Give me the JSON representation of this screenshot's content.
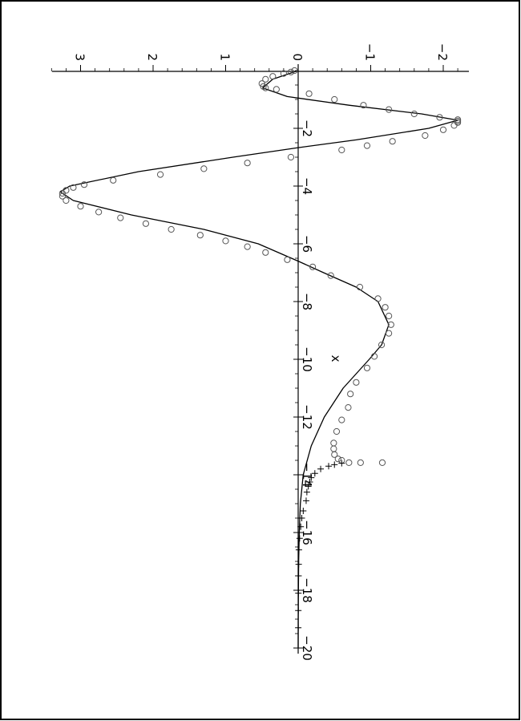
{
  "chart_data": {
    "type": "line",
    "orientation": "rotated 90 degrees clockwise",
    "title": "",
    "xlabel": "x",
    "ylabel": "",
    "xlim": [
      -20,
      0
    ],
    "ylim": [
      -2.3,
      3.4
    ],
    "grid": false,
    "x_ticks": [
      "-2",
      "-4",
      "-6",
      "-8",
      "-10",
      "-12",
      "-14",
      "-16",
      "-18",
      "-20"
    ],
    "x_tick_values": [
      -2,
      -4,
      -6,
      -8,
      -10,
      -12,
      -14,
      -16,
      -18,
      -20
    ],
    "y_ticks": [
      "3",
      "2",
      "1",
      "0",
      "-1",
      "-2"
    ],
    "y_tick_values": [
      3,
      2,
      1,
      0,
      -1,
      -2
    ],
    "series": [
      {
        "style": "solid line",
        "x": [
          0,
          -0.3,
          -0.6,
          -0.9,
          -1.2,
          -1.5,
          -1.72,
          -2.0,
          -2.4,
          -2.67,
          -3.0,
          -3.5,
          -4.0,
          -4.2,
          -4.5,
          -5.0,
          -5.5,
          -6.0,
          -6.6,
          -7.0,
          -7.5,
          -8.0,
          -8.8,
          -9.5,
          -10,
          -11,
          -12,
          -13,
          -14,
          -15,
          -16,
          -17,
          -18,
          -19,
          -20
        ],
        "y": [
          0,
          0.35,
          0.49,
          0.15,
          -0.7,
          -1.7,
          -2.2,
          -1.8,
          -0.8,
          0,
          0.9,
          2.2,
          3.15,
          3.28,
          3.1,
          2.3,
          1.3,
          0.55,
          0,
          -0.35,
          -0.8,
          -1.1,
          -1.25,
          -1.15,
          -0.98,
          -0.62,
          -0.36,
          -0.18,
          -0.07,
          -0.03,
          -0.015,
          -0.007,
          -0.003,
          -0.001,
          0
        ]
      },
      {
        "style": "circle markers",
        "x": [
          0,
          -0.05,
          -0.1,
          -0.2,
          -0.3,
          -0.45,
          -0.55,
          -0.6,
          -0.65,
          -0.8,
          -1.0,
          -1.2,
          -1.35,
          -1.5,
          -1.62,
          -1.7,
          -1.75,
          -1.8,
          -1.9,
          -2.05,
          -2.25,
          -2.45,
          -2.6,
          -2.75,
          -3.0,
          -3.2,
          -3.4,
          -3.6,
          -3.8,
          -3.95,
          -4.05,
          -4.15,
          -4.25,
          -4.35,
          -4.5,
          -4.7,
          -4.9,
          -5.1,
          -5.3,
          -5.5,
          -5.7,
          -5.9,
          -6.1,
          -6.3,
          -6.55,
          -6.8,
          -7.1,
          -7.5,
          -7.9,
          -8.2,
          -8.5,
          -8.8,
          -9.1,
          -9.5,
          -9.9,
          -10.3,
          -10.8,
          -11.2,
          -11.67,
          -12.1,
          -12.5,
          -12.9,
          -13.1,
          -13.3,
          -13.45,
          -13.5,
          -13.58,
          -13.58,
          -13.58
        ],
        "y": [
          0.05,
          0.1,
          0.2,
          0.35,
          0.45,
          0.5,
          0.48,
          0.45,
          0.3,
          -0.15,
          -0.5,
          -0.9,
          -1.25,
          -1.6,
          -1.95,
          -2.2,
          -2.2,
          -2.2,
          -2.15,
          -2.0,
          -1.75,
          -1.3,
          -0.95,
          -0.6,
          0.1,
          0.7,
          1.3,
          1.9,
          2.55,
          2.95,
          3.1,
          3.2,
          3.25,
          3.25,
          3.2,
          3.0,
          2.75,
          2.45,
          2.1,
          1.75,
          1.35,
          1.0,
          0.7,
          0.45,
          0.15,
          -0.2,
          -0.45,
          -0.85,
          -1.1,
          -1.2,
          -1.25,
          -1.28,
          -1.25,
          -1.15,
          -1.05,
          -0.95,
          -0.8,
          -0.72,
          -0.69,
          -0.6,
          -0.53,
          -0.49,
          -0.49,
          -0.5,
          -0.55,
          -0.6,
          -0.7,
          -0.86,
          -1.16
        ]
      },
      {
        "style": "cross markers",
        "x": [
          -13.6,
          -13.65,
          -13.7,
          -13.8,
          -13.95,
          -14.1,
          -14.25,
          -14.4,
          -14.6,
          -14.9,
          -15.25,
          -15.5,
          -15.8,
          -16.2,
          -16.6,
          -17.1,
          -17.5,
          -18.1,
          -18.7,
          -19.3,
          -20
        ],
        "y": [
          -0.6,
          -0.5,
          -0.42,
          -0.31,
          -0.23,
          -0.18,
          -0.16,
          -0.14,
          -0.12,
          -0.11,
          -0.07,
          -0.05,
          -0.035,
          -0.02,
          -0.01,
          -0.007,
          -0.005,
          -0.003,
          -0.002,
          -0.001,
          0
        ]
      }
    ]
  }
}
